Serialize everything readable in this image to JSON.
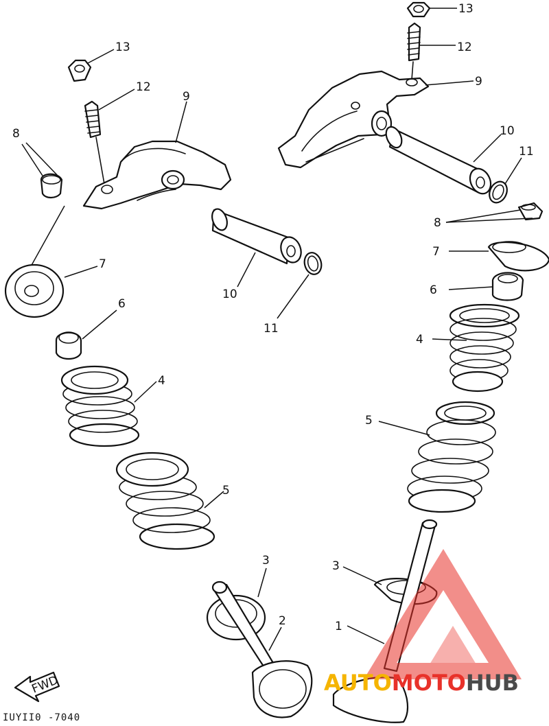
{
  "diagram": {
    "callouts": {
      "c13_left": "13",
      "c12_left": "12",
      "c9_left": "9",
      "c8_left": "8",
      "c7_left": "7",
      "c6_left": "6",
      "c4_left": "4",
      "c5_left": "5",
      "c10_left": "10",
      "c11_left": "11",
      "c13_right": "13",
      "c12_right": "12",
      "c9_right": "9",
      "c10_right": "10",
      "c11_right": "11",
      "c8_right": "8",
      "c7_right": "7",
      "c6_right": "6",
      "c4_right": "4",
      "c5_right": "5",
      "c3_left": "3",
      "c2": "2",
      "c3_right": "3",
      "c1": "1"
    },
    "fwd_label": "FWD",
    "drawing_code": "IUYII0 -7040"
  },
  "watermark": {
    "part1": "AUTO",
    "part2": "MOTO",
    "part3": "HUB",
    "colors": {
      "auto": "#f5b400",
      "moto": "#e8322a",
      "hub": "#4a4a4a",
      "triangle": "#e8322a"
    }
  }
}
